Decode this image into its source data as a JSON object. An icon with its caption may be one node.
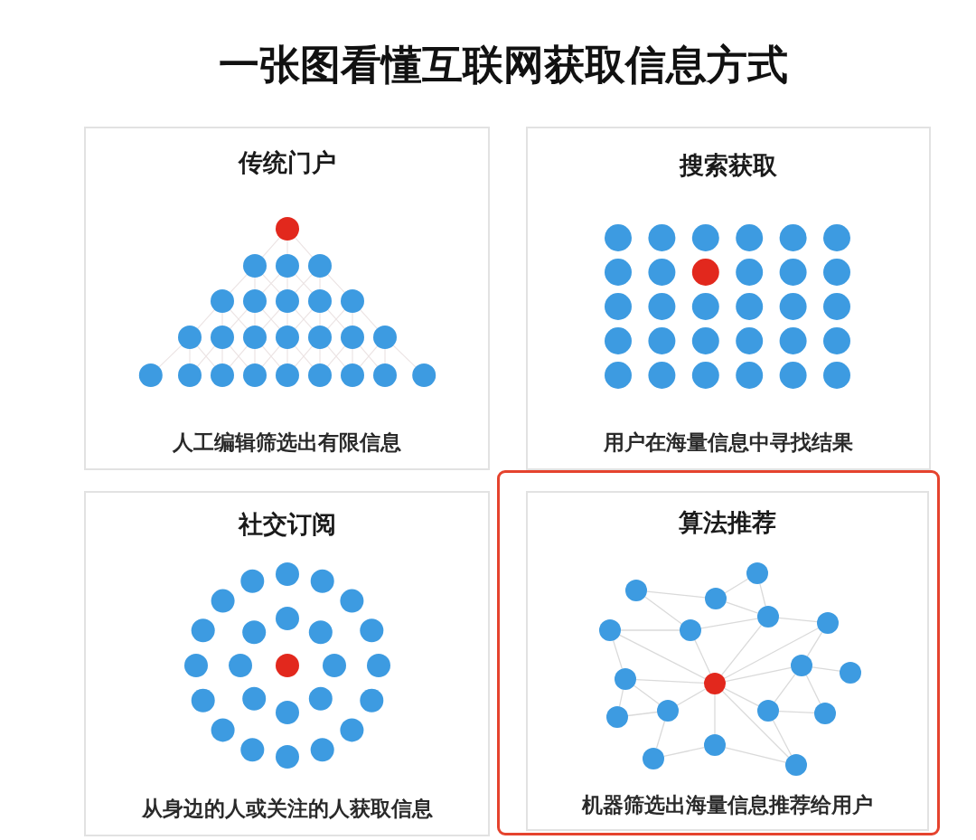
{
  "diagram": {
    "title": "一张图看懂互联网获取信息方式",
    "nodes": [
      {
        "text": [
          "传统门户",
          "人工编辑筛选出有限信息"
        ]
      },
      {
        "text": [
          "搜索获取",
          "用户在海量信息中寻找结果"
        ]
      },
      {
        "text": [
          "社交订阅",
          "从身边的人或关注的人获取信息"
        ]
      },
      {
        "text": [],
        "shape": "box"
      },
      {
        "text": [
          "算法推荐",
          "机器筛选出海量信息推荐给用户"
        ],
        "in": 3
      }
    ]
  }
}
